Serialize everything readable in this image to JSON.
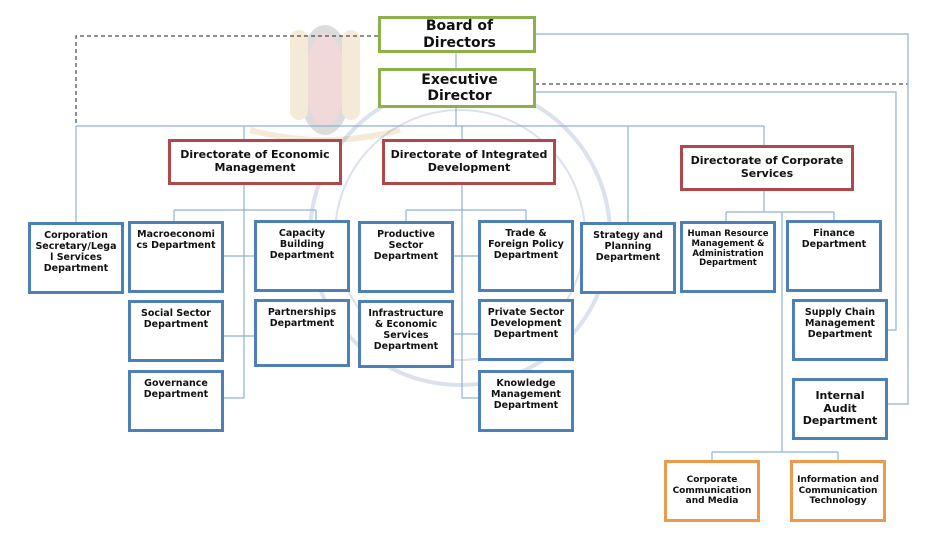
{
  "board": "Board of Directors",
  "executive": "Executive Director",
  "directorates": {
    "economic": "Directorate of Economic Management",
    "integrated": "Directorate of Integrated Development",
    "corporate": "Directorate of Corporate Services"
  },
  "units": {
    "corporation_secretary": "Corporation Secretary/Legal Services Department",
    "macroeconomics": "Macroeconomics Department",
    "capacity_building": "Capacity Building Department",
    "social_sector": "Social Sector Department",
    "partnerships": "Partnerships Department",
    "governance": "Governance Department",
    "productive_sector": "Productive Sector Department",
    "trade_foreign_policy": "Trade & Foreign Policy Department",
    "infrastructure": "Infrastructure & Economic Services Department",
    "private_sector": "Private Sector Development Department",
    "knowledge_management": "Knowledge Management Department",
    "strategy_planning": "Strategy and Planning Department",
    "human_resource": "Human Resource Management & Administration Department",
    "finance": "Finance Department",
    "supply_chain": "Supply Chain Management Department",
    "internal_audit": "Internal Audit Department",
    "corporate_communication": "Corporate Communication and Media",
    "ict": "Information and Communication Technology"
  },
  "colors": {
    "top_level": "#8db04a",
    "directorate": "#b0474a",
    "department": "#4d7fb8",
    "sub_unit": "#ee9a4d",
    "connector": "#8fb0d4"
  }
}
